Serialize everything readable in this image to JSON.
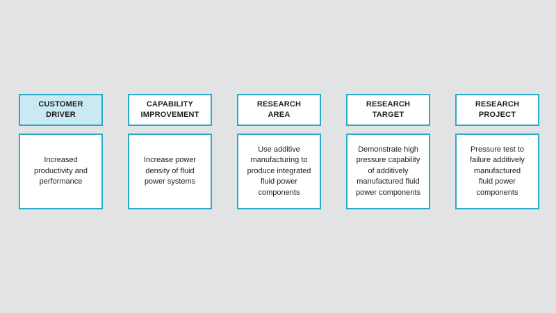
{
  "colors": {
    "background": "#e2e3e4",
    "box_border": "#2aaac9",
    "highlight_fill": "#c9e9f3",
    "box_fill": "#ffffff",
    "text": "#1d1d1b"
  },
  "columns": [
    {
      "id": "customer-driver",
      "header": "CUSTOMER\nDRIVER",
      "body": "Increased\nproductivity and\nperformance",
      "highlighted": true
    },
    {
      "id": "capability-improvement",
      "header": "CAPABILITY\nIMPROVEMENT",
      "body": "Increase power\ndensity of fluid\npower systems",
      "highlighted": false
    },
    {
      "id": "research-area",
      "header": "RESEARCH\nAREA",
      "body": "Use additive\nmanufacturing to\nproduce integrated\nfluid power\ncomponents",
      "highlighted": false
    },
    {
      "id": "research-target",
      "header": "RESEARCH\nTARGET",
      "body": "Demonstrate high\npressure capability\nof additively\nmanufactured fluid\npower components",
      "highlighted": false
    },
    {
      "id": "research-project",
      "header": "RESEARCH\nPROJECT",
      "body": "Pressure test to\nfailure additively\nmanufactured\nfluid power\ncomponents",
      "highlighted": false
    }
  ]
}
